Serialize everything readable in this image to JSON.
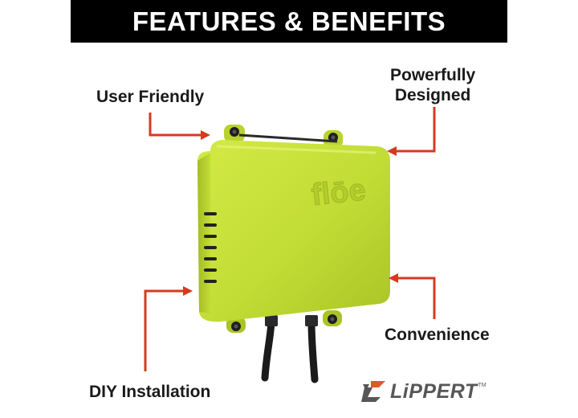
{
  "header": {
    "title": "FEATURES & BENEFITS"
  },
  "features": {
    "user_friendly": "User Friendly",
    "powerfully_line1": "Powerfully",
    "powerfully_line2": "Designed",
    "convenience": "Convenience",
    "diy_installation": "DIY Installation"
  },
  "product": {
    "embossed_brand": "flōe"
  },
  "brand": {
    "logo_text": "LiPPERT",
    "trademark": "TM"
  },
  "colors": {
    "header_bg": "#000000",
    "header_text": "#ffffff",
    "arrow": "#d63a1e",
    "product_body": "#c2dc36",
    "label_text": "#1a1a1a",
    "logo_gray": "#575757",
    "logo_orange": "#e05a26"
  }
}
